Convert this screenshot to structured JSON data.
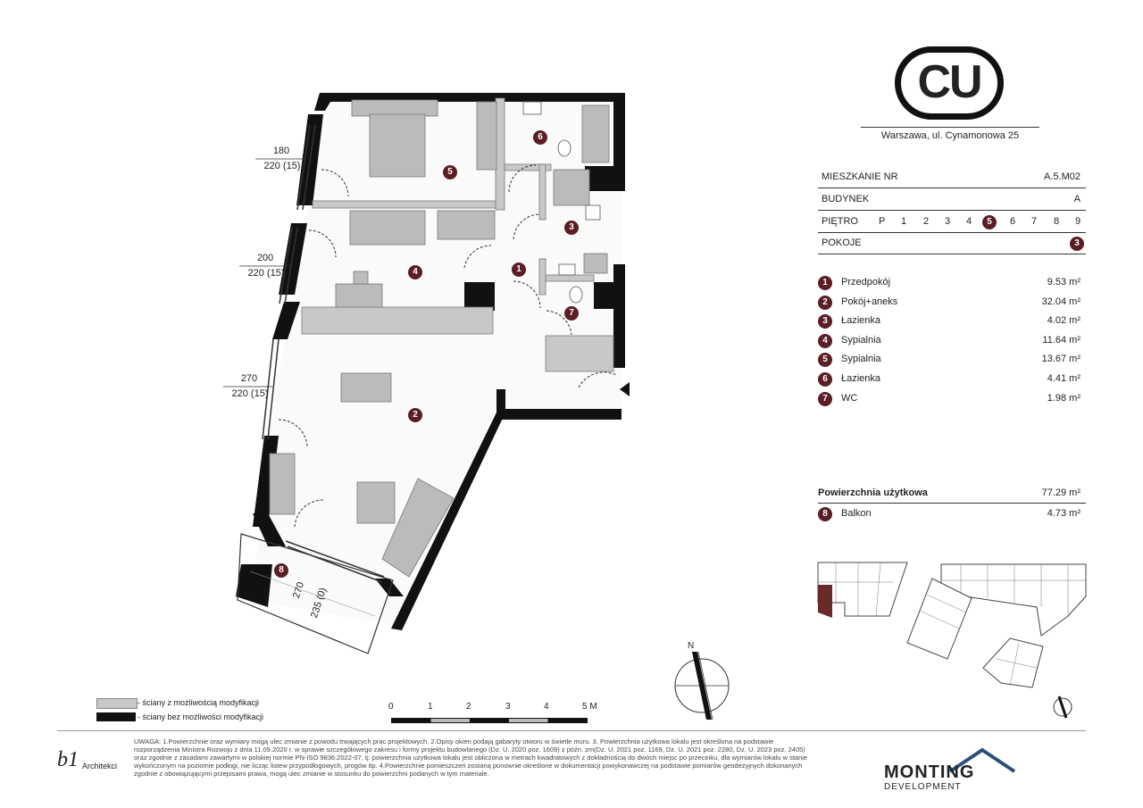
{
  "logo": {
    "text": "CU",
    "address": "Warszawa, ul. Cynamonowa 25"
  },
  "info": {
    "apt_label": "MIESZKANIE NR",
    "apt_value": "A.5.M02",
    "building_label": "BUDYNEK",
    "building_value": "A",
    "floor_label": "PIĘTRO",
    "floors": [
      "P",
      "1",
      "2",
      "3",
      "4",
      "5",
      "6",
      "7",
      "8",
      "9"
    ],
    "current_floor": "5",
    "rooms_label": "POKOJE",
    "rooms_value": "3"
  },
  "rooms": [
    {
      "num": "1",
      "name": "Przedpokój",
      "area": "9.53 m²"
    },
    {
      "num": "2",
      "name": "Pokój+aneks",
      "area": "32.04 m²"
    },
    {
      "num": "3",
      "name": "Łazienka",
      "area": "4.02 m²"
    },
    {
      "num": "4",
      "name": "Sypialnia",
      "area": "11.64 m²"
    },
    {
      "num": "5",
      "name": "Sypialnia",
      "area": "13.67 m²"
    },
    {
      "num": "6",
      "name": "Łazienka",
      "area": "4.41 m²"
    },
    {
      "num": "7",
      "name": "WC",
      "area": "1.98 m²"
    }
  ],
  "usable": {
    "label": "Powierzchnia użytkowa",
    "value": "77.29 m²"
  },
  "balcony": {
    "num": "8",
    "name": "Balkon",
    "area": "4.73 m²"
  },
  "windows": [
    {
      "w": "180",
      "h": "220 (15)"
    },
    {
      "w": "200",
      "h": "220 (15)"
    },
    {
      "w": "270",
      "h": "220 (15)"
    }
  ],
  "balcony_window": {
    "w": "270",
    "h": "235 (0)"
  },
  "plan_labels": [
    "1",
    "2",
    "3",
    "4",
    "5",
    "6",
    "7",
    "8"
  ],
  "legend": {
    "modifiable": "- ściany z możliwością modyfikacji",
    "fixed": "- ściany bez możliwości modyfikacji"
  },
  "scale": {
    "ticks": [
      "0",
      "1",
      "2",
      "3",
      "4",
      "5 M"
    ]
  },
  "compass_letter": "N",
  "architect": {
    "mark": "b1",
    "name": "Architekci"
  },
  "disclaimer": "UWAGA: 1.Powierzchnie oraz wymiary mogą ulec zmianie z powodu trwających prac projektowych. 2.Opisy okien podają gabaryty otworu w świetle muru. 3. Powierzchnia użytkowa lokalu jest określona na podstawie rozporządzenia Ministra Rozwoju z dnia 11.09.2020 r. w sprawie szczegółowego zakresu i formy projektu budowlanego (Dz. U. 2020 poz. 1609) z późn. zm(Dz. U. 2021 poz. 1169, Dz. U. 2021 poz. 2280, Dz. U. 2023 poz. 2405) oraz zgodnie z zasadami zawartymi w polskiej normie PN-ISO 9836:2022-07, tj. powierzchnia użytkowa lokalu jest obliczona w metrach kwadratowych z dokładnością do dwóch miejsc po przecinku, dla wymiarów lokalu w stanie wykończonym na poziomie podłogi, nie licząc listew przypodłogowych, progów itp. 4.Powierzchnie pomieszczeń zostaną ponownie określone w dokumentacji powykonawczej na podstawie pomiarów geodezyjnych dokonanych zgodnie z obowiązującymi przepisami prawa, mogą ulec zmianie w stosunku do powierzchni podanych w tym materiale.",
  "developer": {
    "name": "MONTING",
    "sub": "DEVELOPMENT"
  },
  "colors": {
    "accent": "#5a1e24",
    "wall": "#111111",
    "modwall": "#c8c8c8",
    "highlight": "#6b2a2a"
  }
}
